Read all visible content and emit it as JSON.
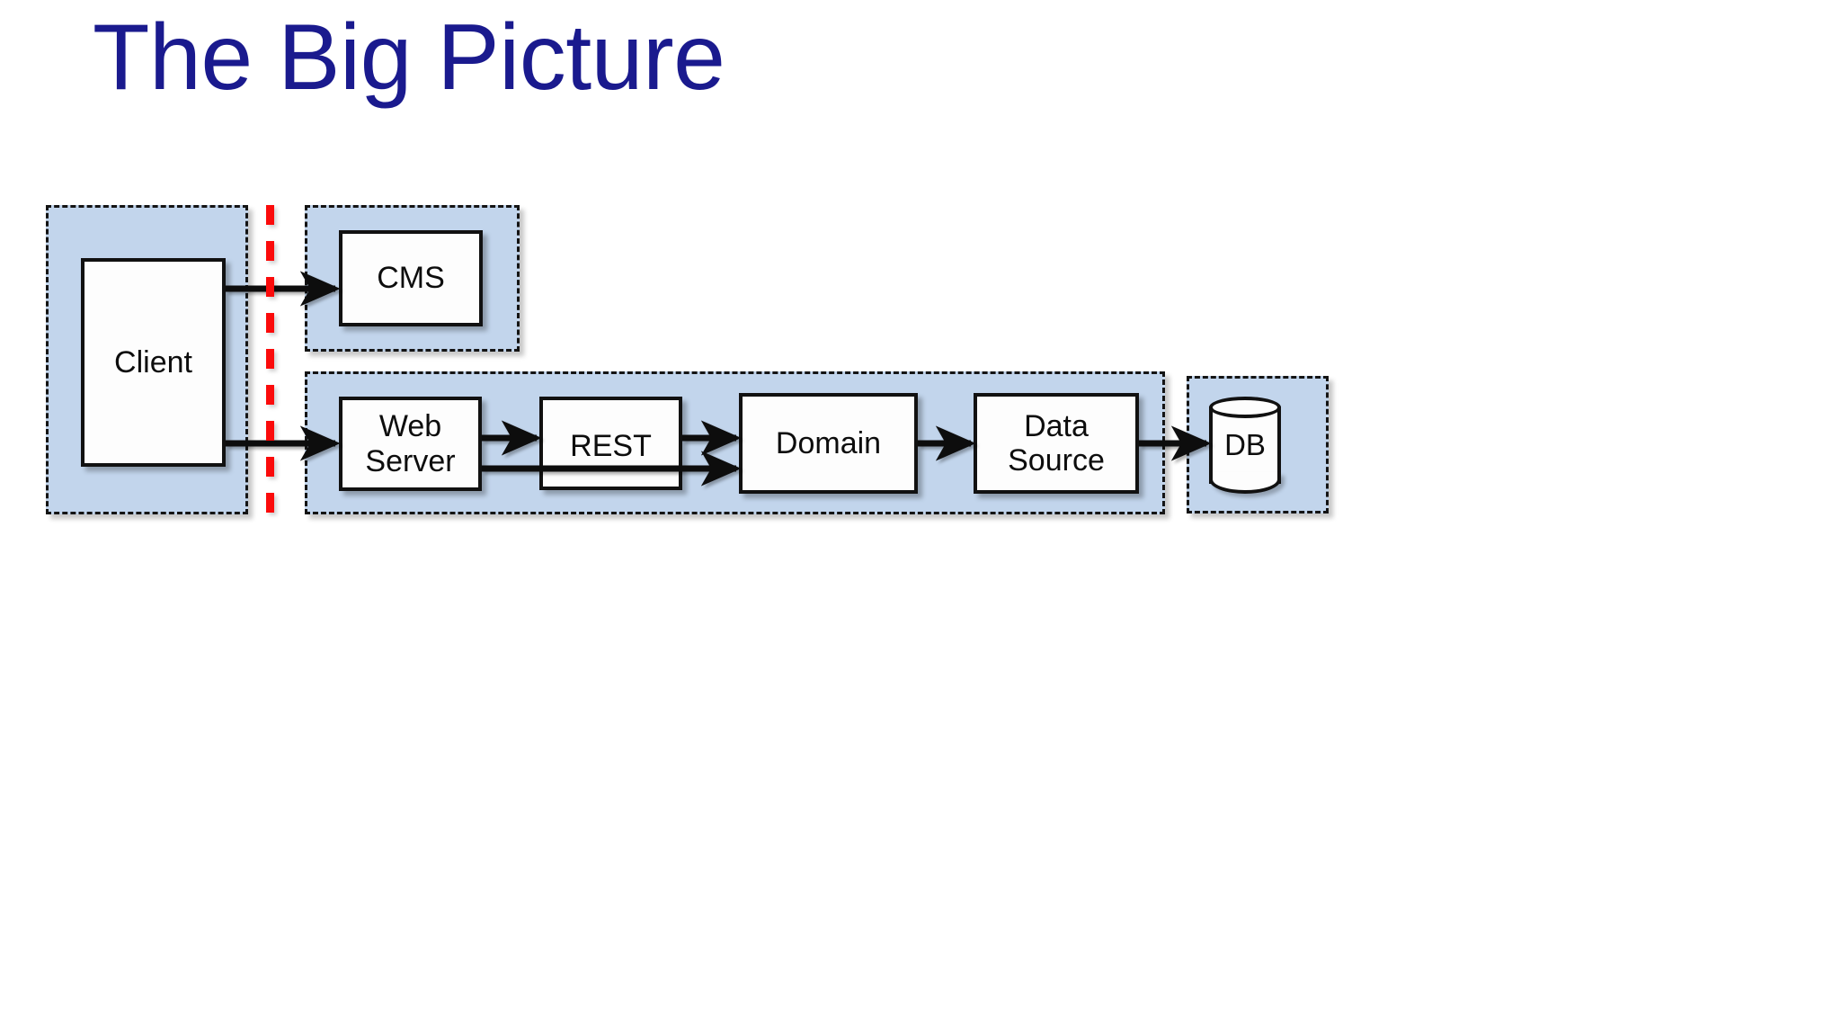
{
  "slide": {
    "title": "The Big Picture",
    "title_color": "#1a1a8e",
    "background_color": "#ffffff"
  },
  "palette": {
    "zone_fill": "#c2d5ec",
    "zone_border": "#141414",
    "node_fill": "#fdfdfd",
    "node_border": "#111111",
    "divider_red": "#fb0b0b",
    "text": "#0d0d0d"
  },
  "zones": [
    {
      "id": "client",
      "name": "client-zone",
      "label": ""
    },
    {
      "id": "cms",
      "name": "cms-zone",
      "label": ""
    },
    {
      "id": "server",
      "name": "server-zone",
      "label": ""
    },
    {
      "id": "db",
      "name": "db-zone",
      "label": ""
    }
  ],
  "nodes": {
    "client": {
      "label": "Client",
      "shape": "rectangle"
    },
    "cms": {
      "label": "CMS",
      "shape": "rectangle"
    },
    "web_server": {
      "label": "Web\nServer",
      "shape": "rectangle"
    },
    "rest": {
      "label": "REST",
      "shape": "rectangle"
    },
    "domain": {
      "label": "Domain",
      "shape": "rectangle"
    },
    "data_source": {
      "label": "Data\nSource",
      "shape": "rectangle"
    },
    "db": {
      "label": "DB",
      "shape": "cylinder"
    }
  },
  "connectors": [
    {
      "from": "client",
      "to": "cms",
      "style": "arrow"
    },
    {
      "from": "client",
      "to": "web_server",
      "style": "arrow"
    },
    {
      "from": "web_server",
      "to": "rest",
      "style": "arrow"
    },
    {
      "from": "web_server",
      "to": "domain",
      "style": "arrow-bypass"
    },
    {
      "from": "rest",
      "to": "domain",
      "style": "arrow"
    },
    {
      "from": "domain",
      "to": "data_source",
      "style": "arrow"
    },
    {
      "from": "data_source",
      "to": "db",
      "style": "arrow"
    }
  ],
  "divider": {
    "name": "client-server-boundary",
    "style": "red-dashed-vertical"
  }
}
